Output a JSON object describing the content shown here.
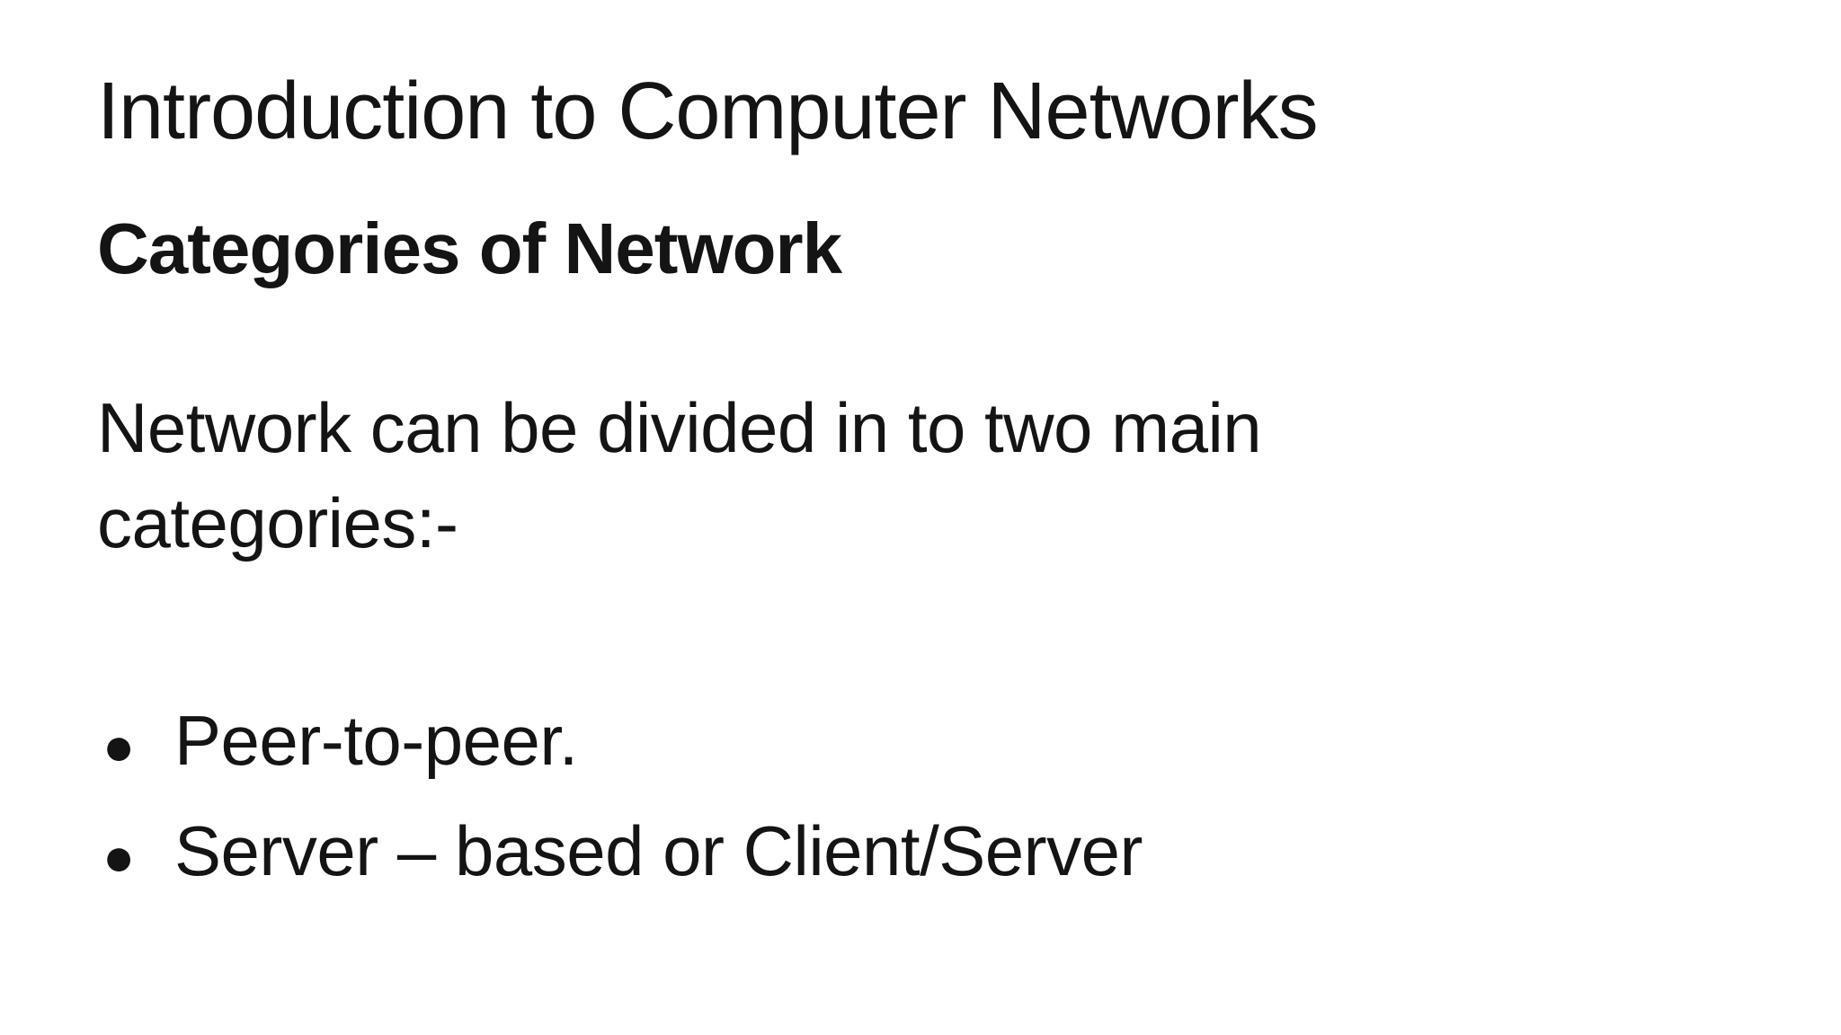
{
  "slide": {
    "background_color": "#ffffff",
    "text_color": "#141414",
    "title": "Introduction to Computer Networks",
    "section_heading": "Categories of Network",
    "paragraph_lines": {
      "line1": "Network can be divided in to two main",
      "line2": "categories:-"
    },
    "bullet_glyph": "●",
    "bullets": [
      {
        "label": "Peer-to-peer."
      },
      {
        "label": "Server – based or Client/Server"
      }
    ]
  }
}
